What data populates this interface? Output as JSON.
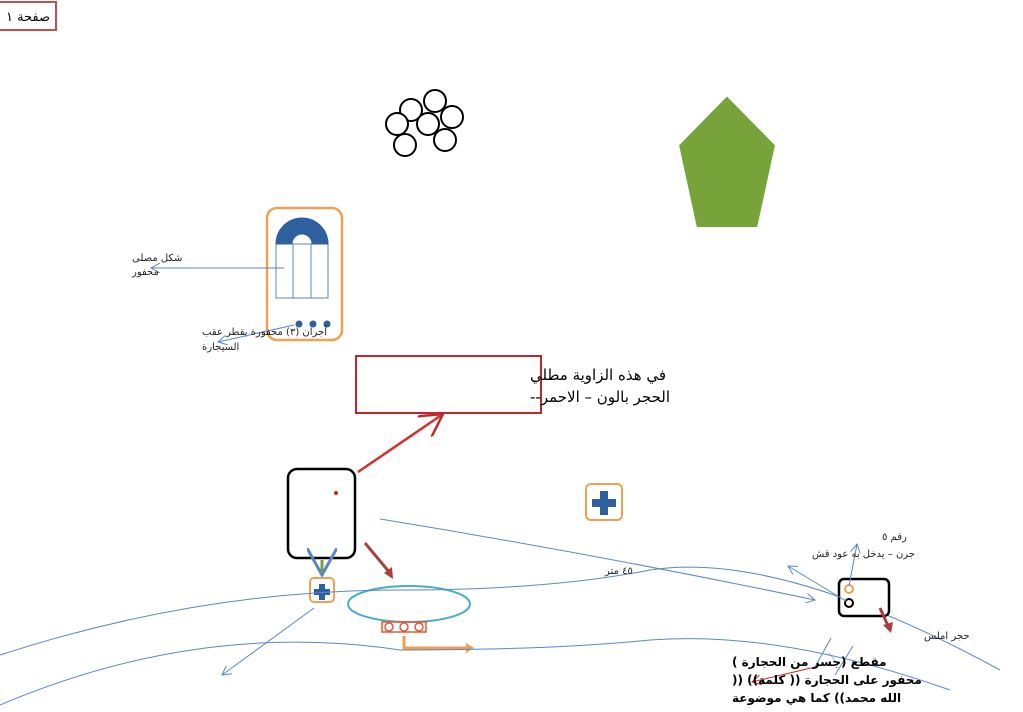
{
  "page_label": "صفحة ١",
  "labels": {
    "prayer_shape_1": "شكل مصلى",
    "prayer_shape_2": "محفور",
    "cups_1": "أجران (٣) محفورة بقطر عقب",
    "cups_2": "السيجارة",
    "callout_1": "في هذه الزاوية مطلي",
    "callout_2": "الحجر بالون – الاحمر--",
    "distance": "٤٥ متر",
    "basin": "جرن – يدخل به عود قش",
    "number": "رقم ٥",
    "smooth_stone": "حجر املس",
    "bridge_1": "مقطع (جسر من الحجارة )",
    "bridge_2": "محفور على الحجارة (( كلمة)) ((",
    "bridge_3": "الله محمد)) كما هي موضوعة"
  },
  "colors": {
    "red": "#c0272d",
    "orange": "#f0a050",
    "blue_line": "#5b87c5",
    "dark_blue": "#2e5f9e",
    "green": "#77a33a",
    "cyan": "#4bacc6"
  }
}
